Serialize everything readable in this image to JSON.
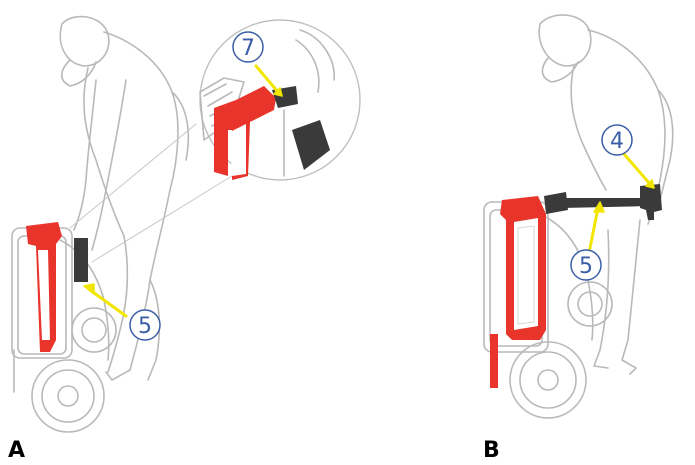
{
  "panels": [
    {
      "label": "A",
      "callouts": [
        "7",
        "5"
      ]
    },
    {
      "label": "B",
      "callouts": [
        "4",
        "5"
      ]
    }
  ],
  "colors": {
    "frame_red": "#e8342a",
    "outline_gray": "#b9b9b9",
    "callout_blue": "#3b5ea8",
    "arrow_yellow": "#f2e600",
    "handle_dark": "#3a3a3a"
  }
}
